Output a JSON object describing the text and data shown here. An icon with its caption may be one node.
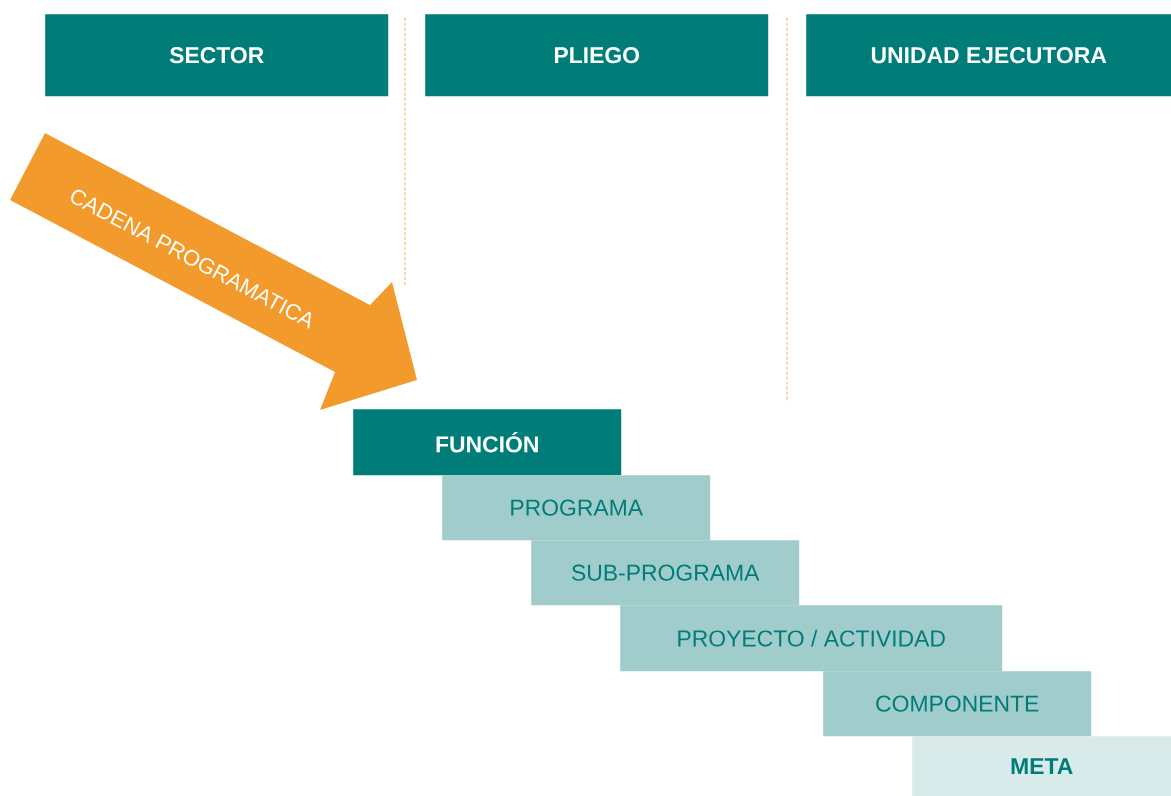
{
  "diagram": {
    "nodes": [
      {
        "text": [
          "SECTOR"
        ]
      },
      {
        "text": [
          "PLIEGO"
        ]
      },
      {
        "text": [
          "UNIDAD EJECUTORA"
        ]
      },
      {
        "text": [
          "CADENA PROGRAMATICA"
        ]
      },
      {
        "text": [
          "FUNCIÓN"
        ]
      },
      {
        "text": [
          "PROGRAMA"
        ]
      },
      {
        "text": [
          "SUB-PROGRAMA"
        ]
      },
      {
        "text": [
          "PROYECTO / ACTIVIDAD"
        ]
      },
      {
        "text": [
          "COMPONENTE"
        ]
      },
      {
        "text": [
          "META"
        ]
      }
    ]
  }
}
